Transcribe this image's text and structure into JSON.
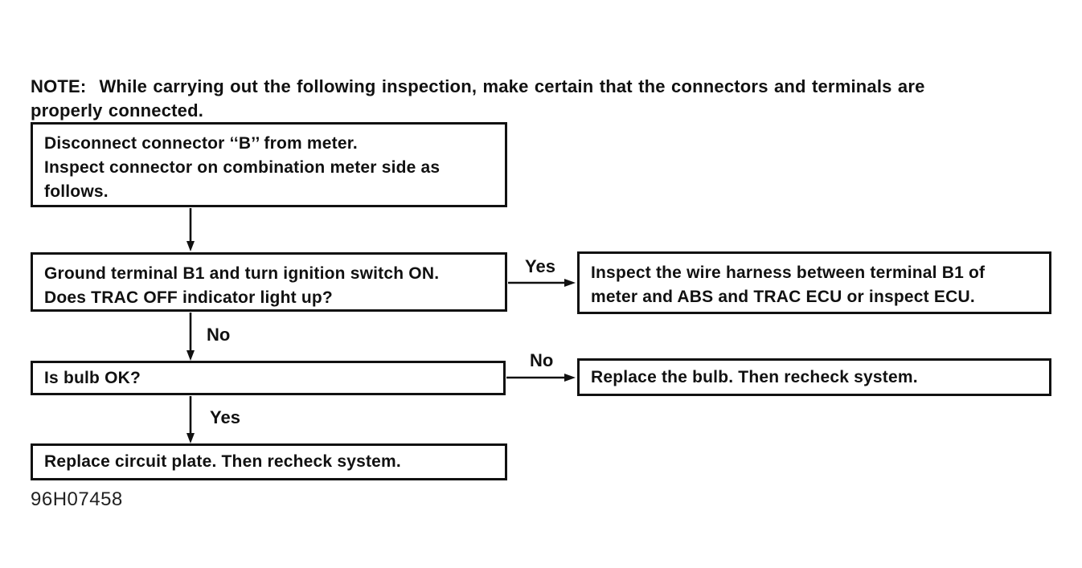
{
  "note": {
    "label": "NOTE:",
    "line1": "While carrying out the following inspection, make certain that the connectors and terminals are",
    "line2": "properly connected."
  },
  "flowchart": {
    "type": "troubleshooting-flowchart",
    "boxes": [
      {
        "id": "step1",
        "text": "Disconnect connector ‘‘B’’ from meter.\nInspect connector on combination meter side as\nfollows."
      },
      {
        "id": "step2",
        "text": "Ground terminal B1 and turn ignition switch ON.\nDoes TRAC OFF indicator light up?"
      },
      {
        "id": "step3",
        "text": "Is bulb OK?"
      },
      {
        "id": "step4",
        "text": "Replace circuit plate. Then recheck system."
      },
      {
        "id": "result-yes-1",
        "text": "Inspect the wire harness between terminal B1 of\nmeter and ABS and TRAC ECU or inspect ECU."
      },
      {
        "id": "result-no-1",
        "text": "Replace the bulb. Then recheck system."
      }
    ],
    "edges": [
      {
        "from": "step1",
        "to": "step2",
        "label": ""
      },
      {
        "from": "step2",
        "to": "result-yes-1",
        "label": "Yes"
      },
      {
        "from": "step2",
        "to": "step3",
        "label": "No"
      },
      {
        "from": "step3",
        "to": "result-no-1",
        "label": "No"
      },
      {
        "from": "step3",
        "to": "step4",
        "label": "Yes"
      }
    ]
  },
  "figure_code": "96H07458",
  "colors": {
    "ink": "#111111",
    "background": "#ffffff"
  }
}
